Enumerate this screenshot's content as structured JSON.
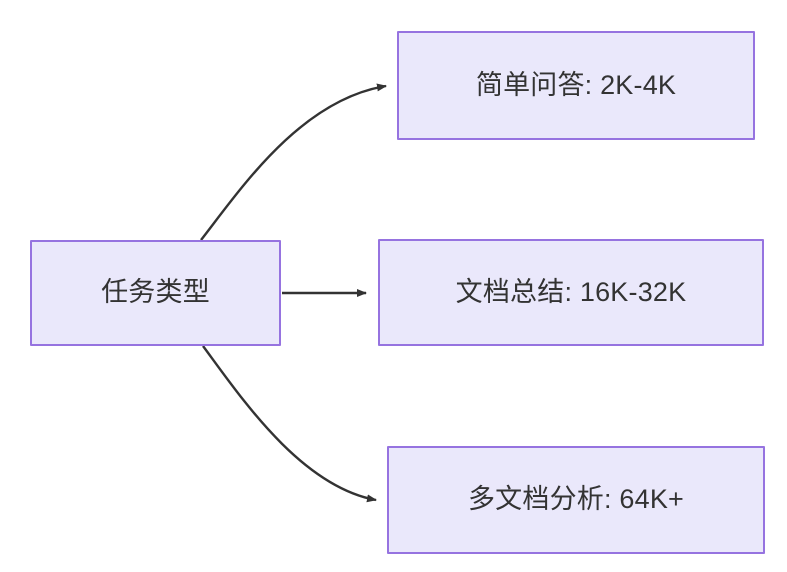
{
  "diagram": {
    "type": "flowchart",
    "direction": "left-to-right",
    "background_color": "#ffffff",
    "node_fill_color": "#eae8fb",
    "node_border_color": "#9673e0",
    "node_text_color": "#333333",
    "edge_color": "#333333",
    "root": {
      "id": "task-type",
      "label": "任务类型"
    },
    "branches": [
      {
        "id": "simple-qa",
        "label": "简单问答: 2K-4K",
        "task": "简单问答",
        "context_length": "2K-4K",
        "edge_style": "curved-up"
      },
      {
        "id": "doc-summary",
        "label": "文档总结: 16K-32K",
        "task": "文档总结",
        "context_length": "16K-32K",
        "edge_style": "straight"
      },
      {
        "id": "multi-doc",
        "label": "多文档分析: 64K+",
        "task": "多文档分析",
        "context_length": "64K+",
        "edge_style": "curved-down"
      }
    ]
  }
}
